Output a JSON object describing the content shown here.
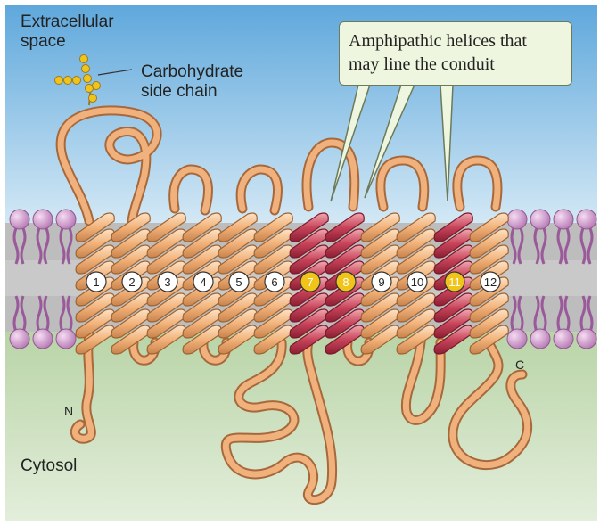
{
  "labels": {
    "extracellular_line1": "Extracellular",
    "extracellular_line2": "space",
    "carbohydrate_line1": "Carbohydrate",
    "carbohydrate_line2": "side chain",
    "callout_line1": "Amphipathic helices that",
    "callout_line2": "may line the conduit",
    "n_terminus": "N",
    "c_terminus": "C",
    "cytosol": "Cytosol"
  },
  "helices": [
    {
      "number": "1",
      "amphipathic": false
    },
    {
      "number": "2",
      "amphipathic": false
    },
    {
      "number": "3",
      "amphipathic": false
    },
    {
      "number": "4",
      "amphipathic": false
    },
    {
      "number": "5",
      "amphipathic": false
    },
    {
      "number": "6",
      "amphipathic": false
    },
    {
      "number": "7",
      "amphipathic": true
    },
    {
      "number": "8",
      "amphipathic": true
    },
    {
      "number": "9",
      "amphipathic": false
    },
    {
      "number": "10",
      "amphipathic": false
    },
    {
      "number": "11",
      "amphipathic": true
    },
    {
      "number": "12",
      "amphipathic": false
    }
  ],
  "colors": {
    "extracellular_top": "#5fa8dc",
    "extracellular_bottom": "#d3e8f5",
    "cytosol_top": "#b9d4a7",
    "cytosol_bottom": "#dde9d2",
    "membrane_core": "#b8b8b8",
    "lipid_head": "#d4a6d4",
    "lipid_tail": "#9a5a9a",
    "helix_normal": "#f2b27a",
    "helix_amphipathic": "#c8445a",
    "chain": "#e8a36a",
    "sugar": "#f0c419",
    "number_badge_normal": "#ffffff",
    "number_badge_highlight": "#f0c419"
  }
}
